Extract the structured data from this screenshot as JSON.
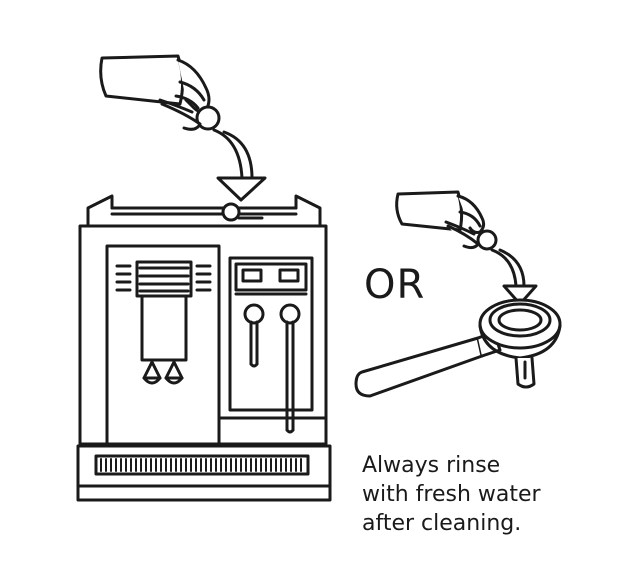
{
  "separator": "OR",
  "caption": {
    "line1": "Always rinse",
    "line2": "with fresh water",
    "line3": "after cleaning."
  },
  "colors": {
    "stroke": "#1a1a1a",
    "fill": "#ffffff"
  },
  "icons": [
    "hand-holding-tablet-icon",
    "down-arrow-icon",
    "espresso-machine-icon",
    "portafilter-icon"
  ]
}
